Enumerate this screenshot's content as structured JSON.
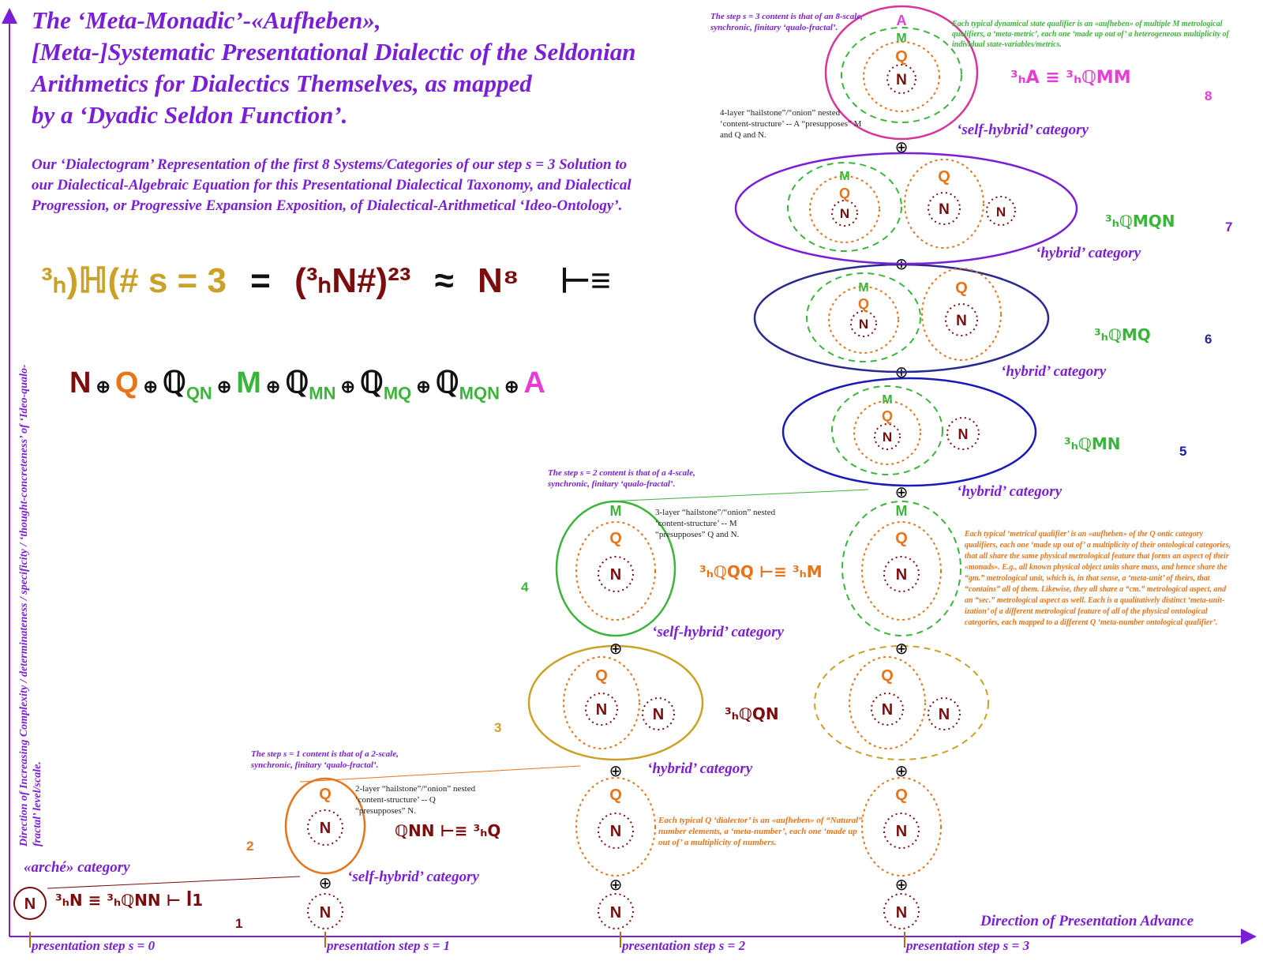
{
  "title": {
    "line1": "The ‘Meta-Monadic’-«Aufheben»,",
    "line2": "[Meta-]Systematic Presentational Dialectic of the Seldonian",
    "line3": "Arithmetics for Dialectics Themselves, as mapped",
    "line4": "by a ‘Dyadic Seldon Function’."
  },
  "subtitle": "Our ‘Dialectogram’ Representation of the first 8 Systems/Categories of our step s = 3 Solution to our Dialectical-Algebraic Equation for this Presentational Dialectical Taxonomy, and Dialectical Progression, or Progressive Expansion Exposition, of Dialectical-Arithmetical ‘Ideo-Ontology’.",
  "formula": {
    "lhs": "³ₕ)ℍ(# s = 3",
    "eq": "=",
    "rhs": "(³ₕN#)²³",
    "approx": "≈",
    "power": "N⁸",
    "maps": "⊢≡"
  },
  "sum_terms": [
    {
      "glyph": "N",
      "sub": "",
      "color": "#7b0d0d"
    },
    {
      "glyph": "Q",
      "sub": "",
      "color": "#e8741a"
    },
    {
      "glyph": "ℚ",
      "sub": "QN",
      "color": "#3ab53a"
    },
    {
      "glyph": "M",
      "sub": "",
      "color": "#3ab53a"
    },
    {
      "glyph": "ℚ",
      "sub": "MN",
      "color": "#3ab53a"
    },
    {
      "glyph": "ℚ",
      "sub": "MQ",
      "color": "#3ab53a"
    },
    {
      "glyph": "ℚ",
      "sub": "MQN",
      "color": "#3ab53a"
    },
    {
      "glyph": "A",
      "sub": "",
      "color": "#e43ed6"
    }
  ],
  "sum_separator": "⊕",
  "node_labels": {
    "N": "N",
    "Q": "Q",
    "M": "M",
    "A": "A",
    "oplus": "⊕"
  },
  "categories": {
    "arche": "«arché» category",
    "self_hybrid": "‘self-hybrid’ category",
    "hybrid": "‘hybrid’ category"
  },
  "numerals": [
    "1",
    "2",
    "3",
    "4",
    "5",
    "6",
    "7",
    "8"
  ],
  "system_formulas": {
    "s1": "³ₕN ≡ ³ₕℚNN ⊢ ꟾ1",
    "s2": "ℚNN ⊢≡ ³ₕQ",
    "s3": "³ₕℚQN",
    "s4": "³ₕℚQQ ⊢≡ ³ₕM",
    "s5": "³ₕℚMN",
    "s6": "³ₕℚMQ",
    "s7": "³ₕℚMQN",
    "s8": "³ₕA ≡ ³ₕℚMM"
  },
  "notes": {
    "step1": "The step s = 1 content is that of a 2-scale, synchronic, finitary ‘qualo-fractal’.",
    "step2": "The step s = 2 content is that of a 4-scale, synchronic, finitary ‘qualo-fractal’.",
    "step3": "The step s = 3 content is that of an 8-scale, synchronic, finitary ‘qualo-fractal’.",
    "layer2": "2-layer “hailstone”/“onion” nested ‘content-structure’ -- Q “presupposes” N.",
    "layer3": "3-layer “hailstone”/“onion” nested ‘content-structure’ -- M “presupposes” Q and N.",
    "layer4": "4-layer “hailstone”/“onion” nested ‘content-structure’ -- A “presupposes” M and Q and N.",
    "dialector": "Each typical Q ‘dialector’ is an «aufheben» of “Natural” number elements, a ‘meta-number’, each one ‘made up out of’ a multiplicity of numbers.",
    "metrical": "Each typical ‘metrical qualifier’ is an «aufheben» of the Q ontic category qualifiers, each one ‘made up out of’ a multiplicity of their ontological categories, that all share the same physical metrological feature that forms an aspect of their «monads». E.g., all known physical object units share mass, and hence share the “gm.” metrological unit, which is, in that sense, a ‘meta-unit’ of theirs, that “contains” all of them. Likewise, they all share a “cm.” metrological aspect, and an “sec.” metrological aspect as well. Each is a qualitatively distinct ‘meta-unit-ization’ of a different metrological feature of all of the physical ontological categories, each mapped to a different Q ‘meta-number ontological qualifier’.",
    "dynamical": "Each typical dynamical state qualifier is an «aufheben» of multiple M metrological qualifiers, a ‘meta-metric’, each one ‘made up out of’ a heterogeneous multiplicity of individual state-variables/metrics."
  },
  "steps": [
    "presentation step s = 0",
    "presentation step s = 1",
    "presentation step s = 2",
    "presentation step s = 3"
  ],
  "axis": {
    "x": "Direction of Presentation Advance",
    "y": "Direction of Increasing Complexity / determinateness / specificity / ‘thought-concreteness’ of ‘Ideo-qualo-fractal’ level/scale."
  },
  "colors": {
    "purple": "#7a1fd6",
    "N": "#7b0d0d",
    "Q": "#e8741a",
    "M": "#3ab53a",
    "A": "#e43ed6",
    "gold": "#c9a227",
    "navy": "#2a2a8f",
    "blue": "#1a1ab8",
    "magenta": "#d8359a"
  }
}
